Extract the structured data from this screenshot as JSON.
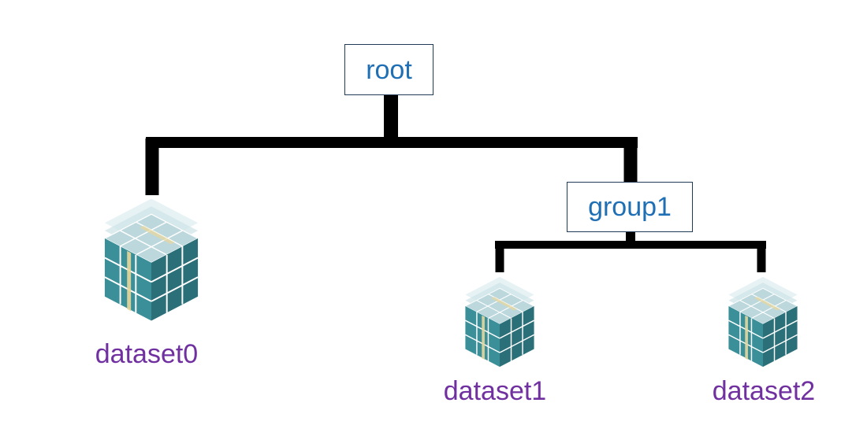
{
  "nodes": {
    "root": "root",
    "group1": "group1",
    "dataset0": "dataset0",
    "dataset1": "dataset1",
    "dataset2": "dataset2"
  },
  "colors": {
    "group_text": "#1f6fb5",
    "dataset_text": "#7030a0",
    "connector": "#000000",
    "cube_top": "#c9dfe3",
    "cube_left": "#3a8f98",
    "cube_right": "#2b6f78",
    "cube_accent": "#e9d79a"
  },
  "icons": {
    "dataset": "data-cube-icon"
  }
}
